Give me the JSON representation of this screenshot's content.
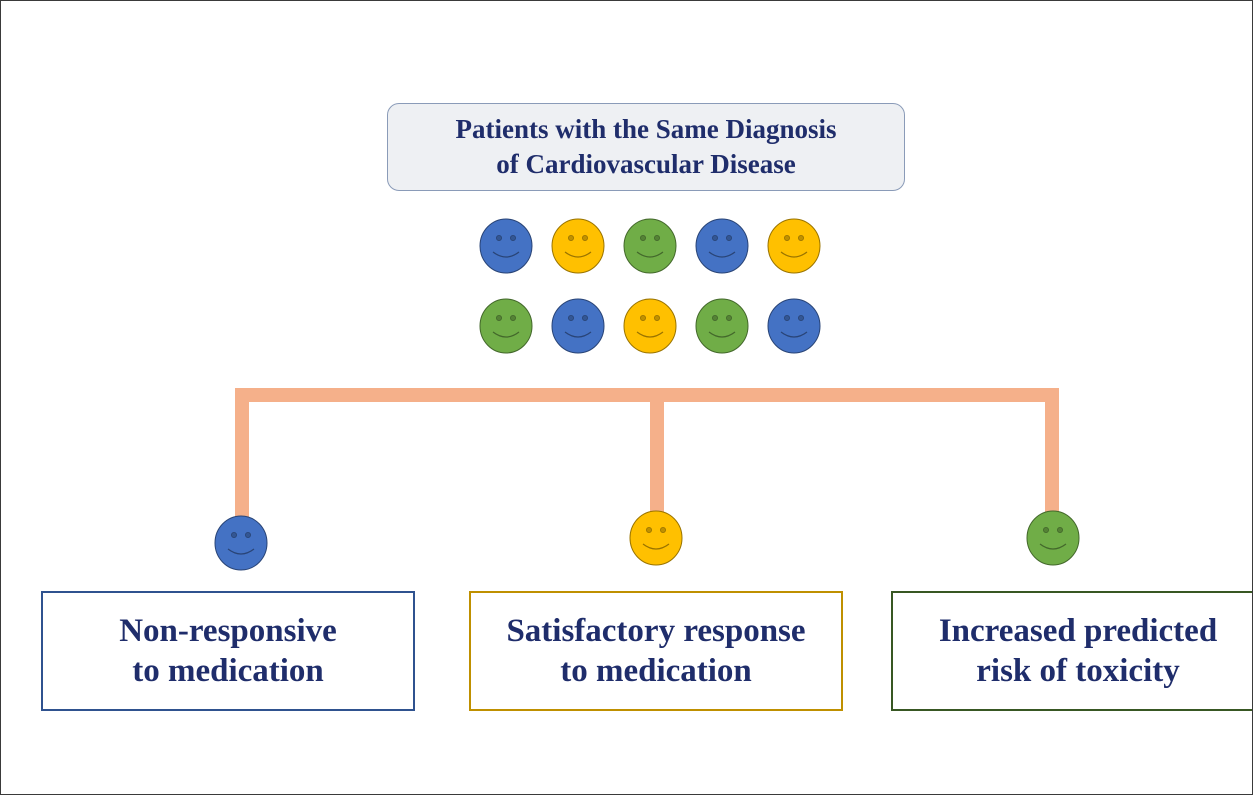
{
  "colors": {
    "blue": "#4472c4",
    "yellow": "#ffc000",
    "green": "#70ad47",
    "connector": "#f5b08a",
    "title_text": "#1f2d6b"
  },
  "title": {
    "line1": "Patients with the Same Diagnosis",
    "line2": "of Cardiovascular Disease"
  },
  "patients": [
    {
      "color": "blue"
    },
    {
      "color": "yellow"
    },
    {
      "color": "green"
    },
    {
      "color": "blue"
    },
    {
      "color": "yellow"
    },
    {
      "color": "green"
    },
    {
      "color": "blue"
    },
    {
      "color": "yellow"
    },
    {
      "color": "green"
    },
    {
      "color": "blue"
    }
  ],
  "outcomes": [
    {
      "face_color": "blue",
      "border": "#2f528f",
      "text_color": "#1f2d6b",
      "line1": "Non-responsive",
      "line2": "to medication"
    },
    {
      "face_color": "yellow",
      "border": "#bf9000",
      "text_color": "#1f2d6b",
      "line1": "Satisfactory response",
      "line2": "to medication"
    },
    {
      "face_color": "green",
      "border": "#385723",
      "text_color": "#1f2d6b",
      "line1": "Increased predicted",
      "line2": "risk of toxicity"
    }
  ]
}
